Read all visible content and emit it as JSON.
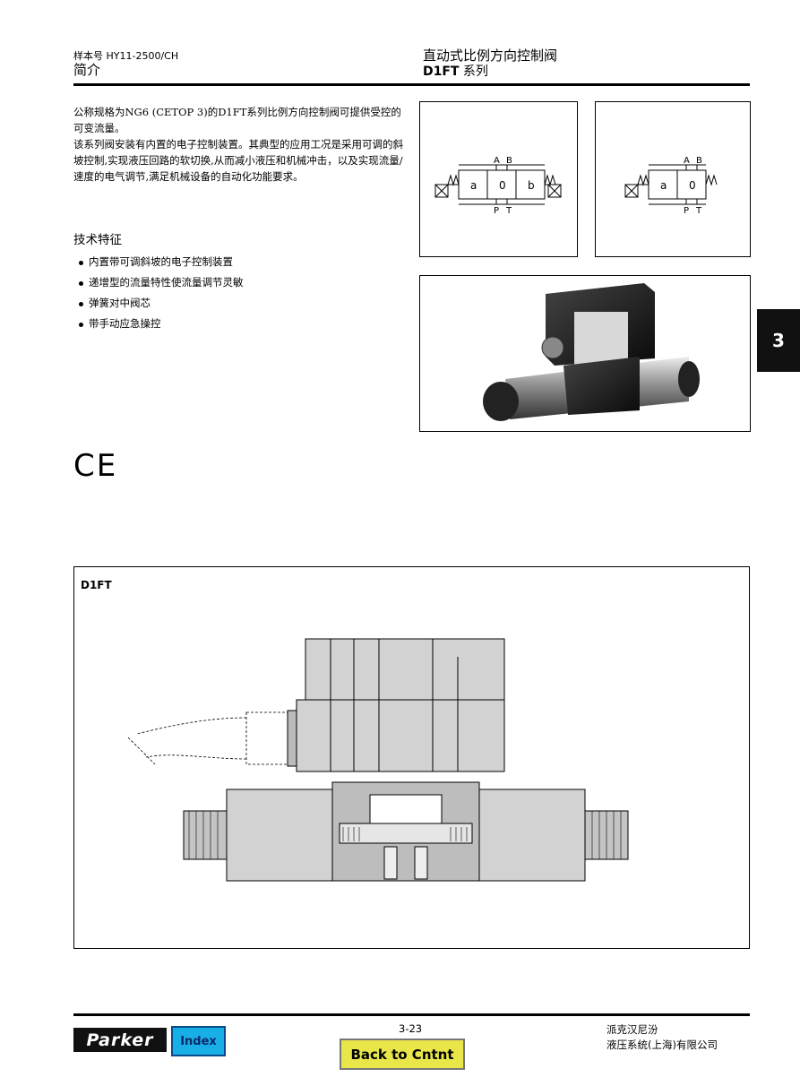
{
  "header": {
    "catalog_number": "样本号 HY11-2500/CH",
    "section": "简介",
    "product_title": "直动式比例方向控制阀",
    "series_code": "D1FT",
    "series_suffix": " 系列"
  },
  "intro": {
    "p1": "公称规格为NG6 (CETOP 3)的D1FT系列比例方向控制阀可提供受控的可变流量。",
    "p2": "该系列阀安装有内置的电子控制装置。其典型的应用工况是采用可调的斜坡控制,实现液压回路的软切换,从而减小液压和机械冲击，以及实现流量/速度的电气调节,满足机械设备的自动化功能要求。"
  },
  "features": {
    "heading": "技术特征",
    "items": [
      "内置带可调斜坡的电子控制装置",
      "递增型的流量特性使流量调节灵敏",
      "弹簧对中阀芯",
      "带手动应急操控"
    ]
  },
  "symbols": {
    "left": {
      "port_a": "A",
      "port_b": "B",
      "port_p": "P",
      "port_t": "T",
      "cells": [
        "a",
        "0",
        "b"
      ]
    },
    "right": {
      "port_a": "A",
      "port_b": "B",
      "port_p": "P",
      "port_t": "T",
      "cells": [
        "a",
        "0"
      ]
    }
  },
  "chapter_tab": "3",
  "ce_mark": "CE",
  "drawing": {
    "label": "D1FT"
  },
  "footer": {
    "logo": "Parker",
    "index_label": "Index",
    "page_number": "3-23",
    "back_label": "Back to Cntnt",
    "company_line1": "派克汉尼汾",
    "company_line2": "液压系统(上海)有限公司"
  },
  "colors": {
    "index_bg": "#18aee6",
    "back_bg": "#e9e64a",
    "tab_bg": "#111111"
  }
}
